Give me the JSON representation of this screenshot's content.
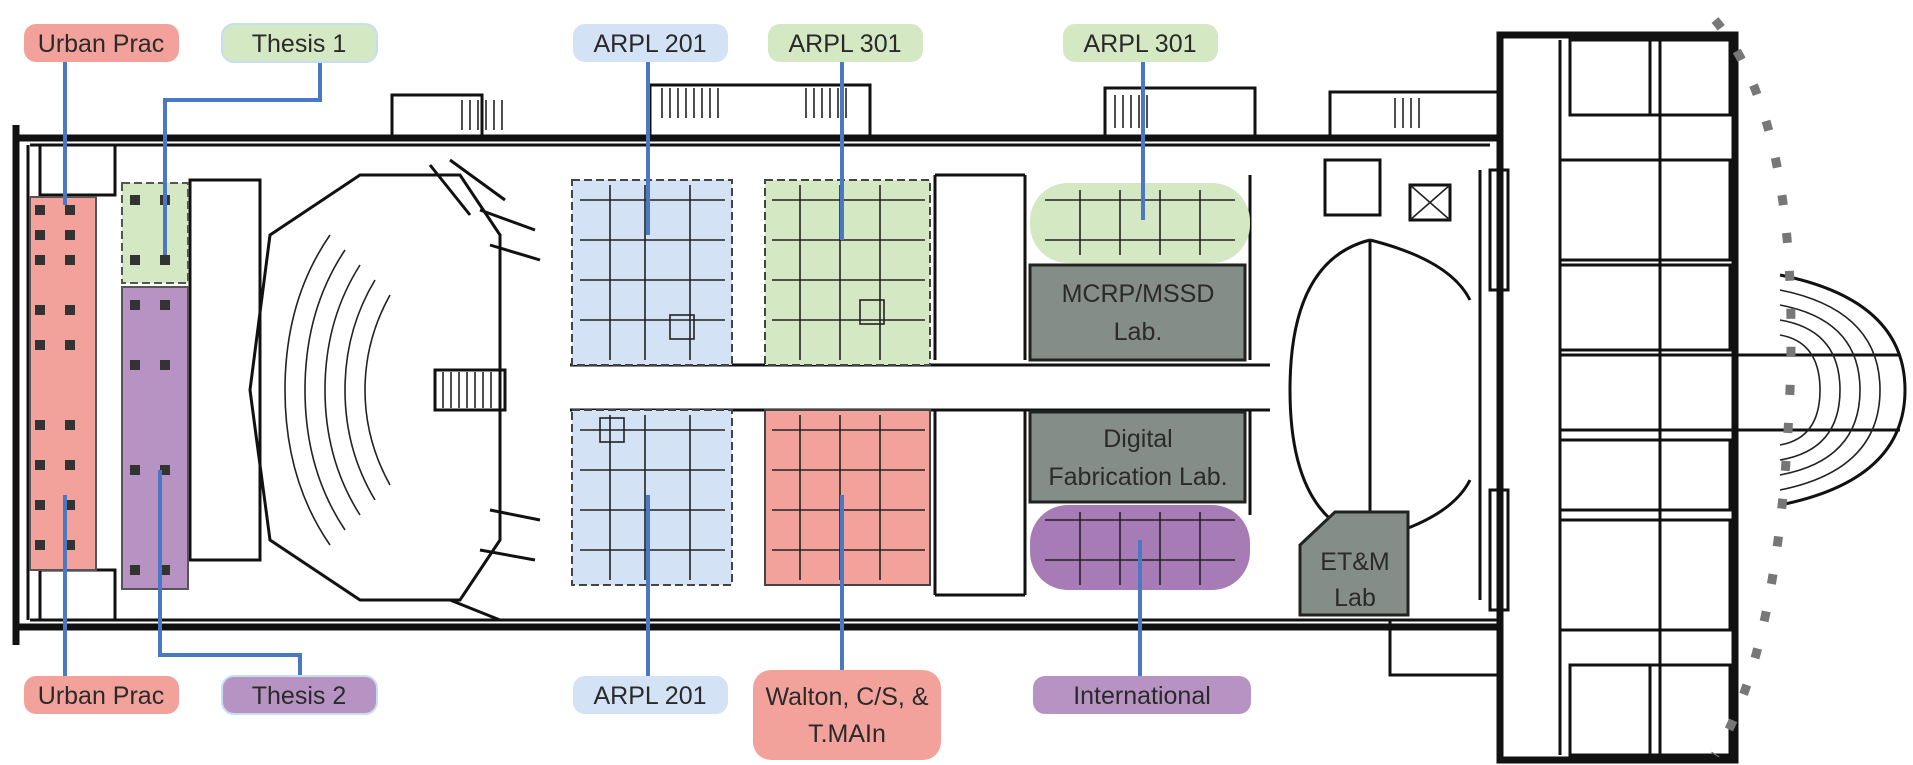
{
  "colors": {
    "red": "#f2a29b",
    "red_deep": "#e88880",
    "green": "#d4e8c3",
    "blue": "#d3e2f4",
    "purple": "#b793c3",
    "purple_deep": "#a77cb6",
    "gray": "#858d88",
    "leader": "#4a78c2"
  },
  "top_labels": [
    {
      "text": "Urban Prac",
      "color": "red"
    },
    {
      "text": "Thesis 1",
      "color": "green"
    },
    {
      "text": "ARPL 201",
      "color": "blue"
    },
    {
      "text": "ARPL 301",
      "color": "green"
    },
    {
      "text": "ARPL 301",
      "color": "green"
    }
  ],
  "bottom_labels": [
    {
      "text": "Urban Prac",
      "color": "red"
    },
    {
      "text": "Thesis 2",
      "color": "purple"
    },
    {
      "text": "ARPL 201",
      "color": "blue"
    },
    {
      "text": "Walton, C/S, &",
      "text2": "T.MAIn",
      "color": "red"
    },
    {
      "text": "International",
      "color": "purple"
    }
  ],
  "labs": {
    "mcrp": {
      "line1": "MCRP/MSSD",
      "line2": "Lab."
    },
    "digital": {
      "line1": "Digital",
      "line2": "Fabrication Lab."
    },
    "etm": {
      "line1": "ET&M",
      "line2": "Lab"
    }
  }
}
